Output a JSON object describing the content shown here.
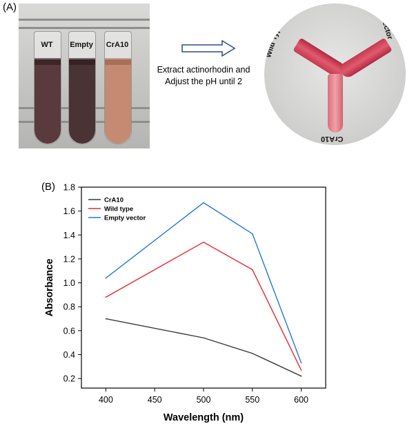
{
  "panel_a": {
    "label": "(A)",
    "tube_labels": [
      "WT",
      "Empty",
      "CrA10"
    ],
    "tube_colors": [
      "#5a3a3c",
      "#4a3335",
      "#c48a72"
    ],
    "arrow_text": "Extract actinorhodin and Adjust the pH until 2",
    "photo_labels": {
      "wild_type": "Wild Type",
      "empty_vector": "Empty Vector",
      "cra10": "CrA10"
    }
  },
  "panel_b": {
    "label": "(B)"
  },
  "chart_data": {
    "type": "line",
    "xlabel": "Wavelength (nm)",
    "ylabel": "Absorbance",
    "x": [
      400,
      500,
      550,
      600
    ],
    "xlim": [
      375,
      625
    ],
    "ylim": [
      0.12,
      1.8
    ],
    "xticks": [
      400,
      450,
      500,
      550,
      600
    ],
    "yticks": [
      0.2,
      0.4,
      0.6,
      0.8,
      1.0,
      1.2,
      1.4,
      1.6,
      1.8
    ],
    "ytick_labels": [
      "0.2",
      "0.4",
      "0.6",
      "0.8",
      "1.0",
      "1.2",
      "1.4",
      "1.6",
      "1.8"
    ],
    "legend_position": "top-left",
    "grid": false,
    "series": [
      {
        "name": "CrA10",
        "color": "#3a3a3a",
        "values": [
          0.7,
          0.54,
          0.41,
          0.22
        ]
      },
      {
        "name": "Wild type",
        "color": "#e8262b",
        "values": [
          0.88,
          1.34,
          1.11,
          0.27
        ]
      },
      {
        "name": "Empty vector",
        "color": "#1f78d1",
        "values": [
          1.04,
          1.67,
          1.41,
          0.33
        ]
      }
    ]
  }
}
